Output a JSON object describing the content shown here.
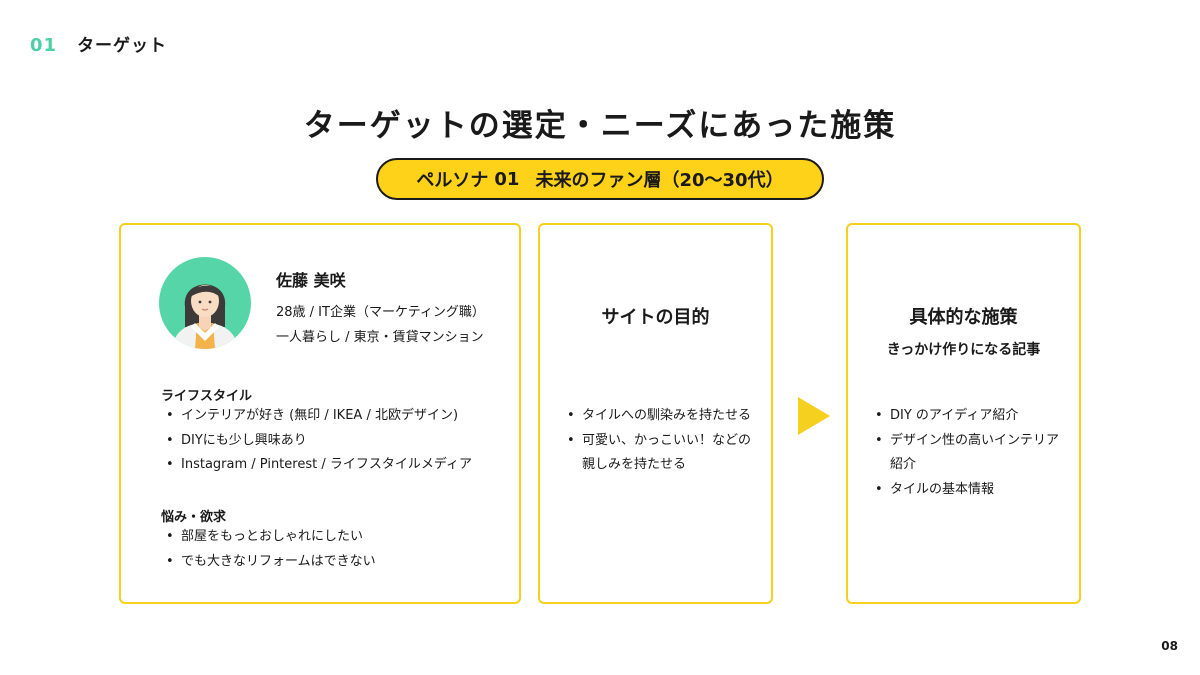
{
  "header": {
    "number": "01",
    "title": "ターゲット"
  },
  "title": "ターゲットの選定・ニーズにあった施策",
  "persona_pill": {
    "label": "ペルソナ",
    "number": "01",
    "title": "未来のファン層（20〜30代）"
  },
  "persona": {
    "name": "佐藤 美咲",
    "line1": "28歳 / IT企業（マーケティング職）",
    "line2": "一人暮らし / 東京・賃貸マンション",
    "lifestyle_heading": "ライフスタイル",
    "lifestyle_items": [
      "インテリアが好き (無印 / IKEA / 北欧デザイン)",
      "DIYにも少し興味あり",
      "Instagram / Pinterest / ライフスタイルメディア"
    ],
    "worries_heading": "悩み・欲求",
    "worries_items": [
      "部屋をもっとおしゃれにしたい",
      "でも大きなリフォームはできない"
    ]
  },
  "purpose": {
    "heading": "サイトの目的",
    "items": [
      "タイルへの馴染みを持たせる",
      "可愛い、かっこいい！などの",
      "親しみを持たせる"
    ]
  },
  "measures": {
    "heading": "具体的な施策",
    "subheading": "きっかけ作りになる記事",
    "items": [
      "DIY のアイディア紹介",
      "デザイン性の高いインテリア",
      "紹介",
      "タイルの基本情報"
    ]
  },
  "page_number": "08",
  "colors": {
    "accent_green": "#4fd0a4",
    "accent_yellow": "#f5d01f",
    "pill_yellow": "#ffd21a"
  }
}
